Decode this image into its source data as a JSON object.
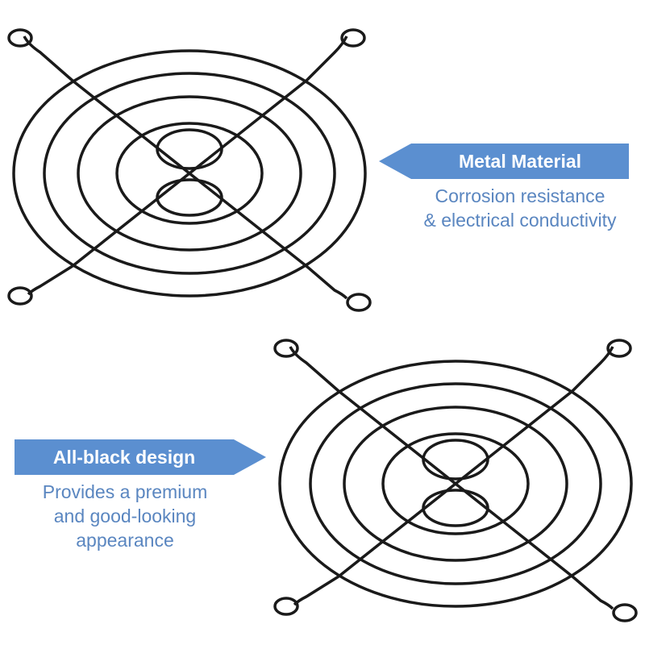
{
  "features": [
    {
      "title": "Metal Material",
      "lines": [
        "Corrosion resistance",
        "& electrical conductivity"
      ]
    },
    {
      "title": "All-black design",
      "lines": [
        "Provides a premium",
        "and good-looking",
        "appearance"
      ]
    }
  ],
  "colors": {
    "accent": "#5b8fd0",
    "desc_text": "#5a86c0",
    "wire": "#1a1a1a"
  }
}
